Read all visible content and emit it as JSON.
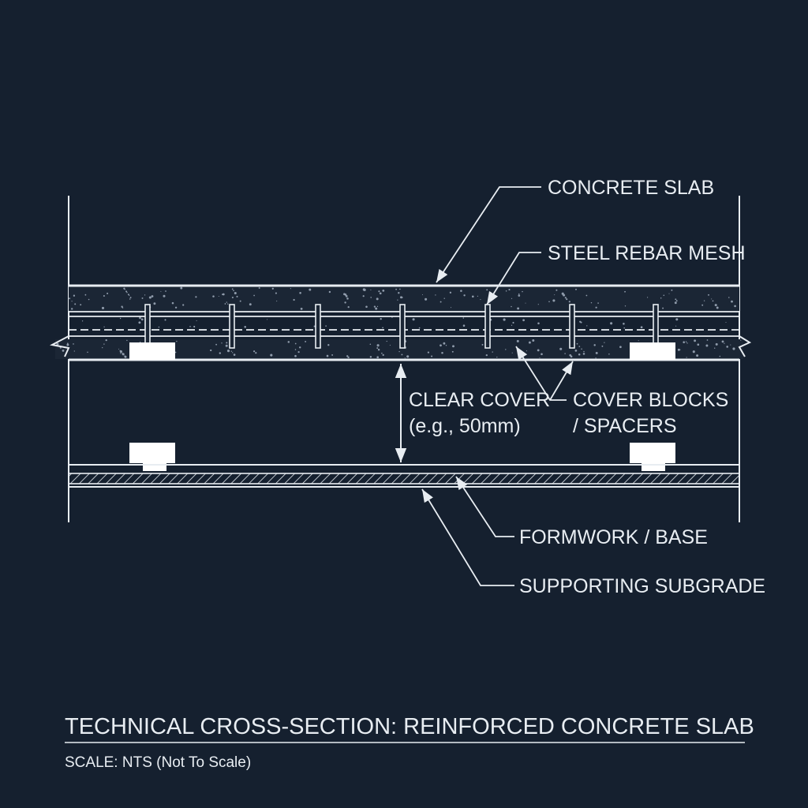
{
  "colors": {
    "background": "#15202f",
    "line": "#e8edf2",
    "speckle": "#8f9bab"
  },
  "labels": {
    "concrete_slab": "CONCRETE SLAB",
    "steel_rebar_mesh": "STEEL REBAR MESH",
    "clear_cover_line1": "CLEAR COVER",
    "clear_cover_line2": "(e.g., 50mm)",
    "cover_blocks_line1": "COVER BLOCKS",
    "cover_blocks_line2": "/ SPACERS",
    "formwork_base": "FORMWORK / BASE",
    "supporting_subgrade": "SUPPORTING SUBGRADE"
  },
  "title": "TECHNICAL CROSS-SECTION: REINFORCED CONCRETE SLAB",
  "scale_note": "SCALE: NTS (Not To Scale)"
}
